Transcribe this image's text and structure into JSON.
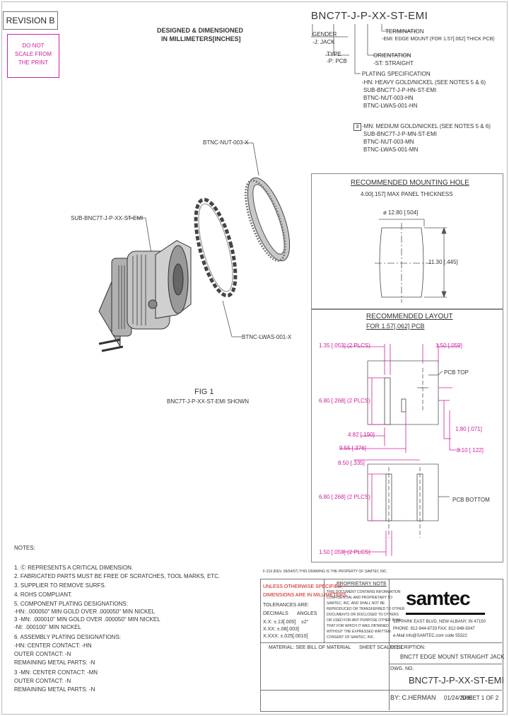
{
  "revision": "REVISION B",
  "do_not_scale": [
    "DO NOT",
    "SCALE FROM",
    "THE PRINT"
  ],
  "header_note": [
    "DESIGNED & DIMENSIONED",
    "IN MILLIMETERS[INCHES]"
  ],
  "part_code": "BNC7T-J-P-XX-ST-EMI",
  "callouts": {
    "gender_label": "GENDER",
    "gender_value": "-J: JACK",
    "type_label": "TYPE",
    "type_value": "-P: PCB",
    "termination_label": "TERMINATION",
    "termination_value": "-EMI: EDGE MOUNT (FOR 1.57[.062] THICK PCB)",
    "orientation_label": "ORIENTATION",
    "orientation_value": "-ST: STRAIGHT",
    "plating_label": "PLATING SPECIFICATION",
    "plating_heavy": [
      "-HN: HEAVY GOLD/NICKEL (SEE NOTES 5 & 6)",
      "SUB-BNC7T-J-P-HN-ST-EMI",
      "BTNC-NUT-003-HN",
      "BTNC-LWAS-001-HN"
    ],
    "plating_medium": [
      "-MN: MEDIUM GOLD/NICKEL (SEE NOTES 5 & 6)",
      "SUB-BNC7T-J-P-MN-ST-EMI",
      "BTNC-NUT-003-MN",
      "BTNC-LWAS-001-MN"
    ],
    "mn_marker": "3"
  },
  "figure": {
    "nut_label": "BTNC-NUT-003-X",
    "sub_label": "SUB-BNC7T-J-P-XX-ST-EMI",
    "washer_label": "BTNC-LWAS-001-X",
    "fig_title": "FIG 1",
    "fig_subtitle": "BNC7T-J-P-XX-ST-EMI SHOWN"
  },
  "mounting_hole": {
    "title": "RECOMMENDED MOUNTING HOLE",
    "panel": "4.00[.157] MAX PANEL THICKNESS",
    "diameter": "ø 12.80 [.504]",
    "height": "11.30 [.445]"
  },
  "layout": {
    "title": "RECOMMENDED LAYOUT",
    "subtitle": "FOR 1.57[.062] PCB",
    "dim_135": "1.35 [.053] (2 PLCS)",
    "dim_150_top": "1.50 [.059]",
    "pcb_top": "PCB TOP",
    "dim_680_a": "6.80 [.268] (2 PLCS)",
    "dim_482": "4.82 [.190]",
    "dim_955": "9.55 [.376]",
    "dim_180": "1.80 [.071]",
    "dim_310": "3.10 [.122]",
    "dim_850": "8.50 [.335]",
    "dim_680_b": "6.80 [.268] (2 PLCS)",
    "pcb_bottom": "PCB BOTTOM",
    "dim_150_bot": "1.50 [.059] (2 PLCS)"
  },
  "notes": {
    "title": "NOTES:",
    "items": [
      "1.  Ⓒ REPRESENTS A CRITICAL DIMENSION.",
      "2.  FABRICATED PARTS MUST BE FREE OF SCRATCHES, TOOL MARKS, ETC.",
      "3.  SUPPLIER TO REMOVE SURFS.",
      "4.  ROHS COMPLIANT.",
      "5.  COMPONENT PLATING DESIGNATIONS:",
      "      -HN: .000050\" MIN GOLD OVER .000050\" MIN NICKEL",
      "  3  -MN: .000010\" MIN GOLD OVER .000050\" MIN NICKEL",
      "      -NI: .000100\" MIN NICKEL",
      "6.  ASSEMBLY PLATING DESIGNATIONS:",
      "      -HN: CENTER CONTACT: -HN",
      "              OUTER CONTACT: -N",
      "              REMAINING METAL PARTS: -N",
      "  3  -MN: CENTER CONTACT: -MN",
      "              OUTER CONTACT: -N",
      "              REMAINING METAL PARTS: -N"
    ]
  },
  "title_block": {
    "proprietary": "PROPRIETARY NOTE",
    "red_note": [
      "UNLESS OTHERWISE SPECIFIED,",
      "DIMENSIONS ARE IN MILLIMETERS."
    ],
    "tolerances": "TOLERANCES ARE:",
    "decimals": "DECIMALS",
    "angles": "ANGLES",
    "tol_lines": [
      "X.X: ±.13[.005]",
      "X.XX: ±.08[.003]",
      "X.XXX: ±.025[.0010]"
    ],
    "angle_tol": "±2°",
    "material": "MATERIAL: SEE BILL OF MATERIAL",
    "sheet_scale": "SHEET SCALE: 1:1",
    "company": "samtec",
    "address": [
      "520 PARK EAST BLVD, NEW ALBANY, IN 47150",
      "PHONE: 812-944-6733   FAX: 812-948-5047",
      "e-Mail info@SAMTEC.com   code 55322"
    ],
    "description_label": "DESCRIPTION:",
    "description": "BNC7T EDGE MOUNT STRAIGHT JACK",
    "dwg_label": "DWG. NO.",
    "dwg_no": "BNC7T-J-P-XX-ST-EMI",
    "by": "BY: C.HERMAN",
    "date": "01/24/2008",
    "sheet": "SHEET 1 OF 2",
    "fine_print": "F-219 (REV. 09/04/07)   THIS DRAWING IS THE PROPERTY OF SAMTEC INC.",
    "proprietary_text": [
      "THIS DOCUMENT CONTAINS INFORMATION",
      "CONFIDENTIAL AND PROPRIETARY TO",
      "SAMTEC, INC. AND SHALL NOT BE",
      "REPRODUCED OR TRANSFERRED TO OTHER",
      "DOCUMENTS OR DISCLOSED TO OTHERS",
      "OR USED FOR ANY PURPOSE OTHER THAN",
      "THAT FOR WHICH IT WAS OBTAINED",
      "WITHOUT THE EXPRESSED WRITTEN",
      "CONSENT OF SAMTEC, INC."
    ]
  }
}
